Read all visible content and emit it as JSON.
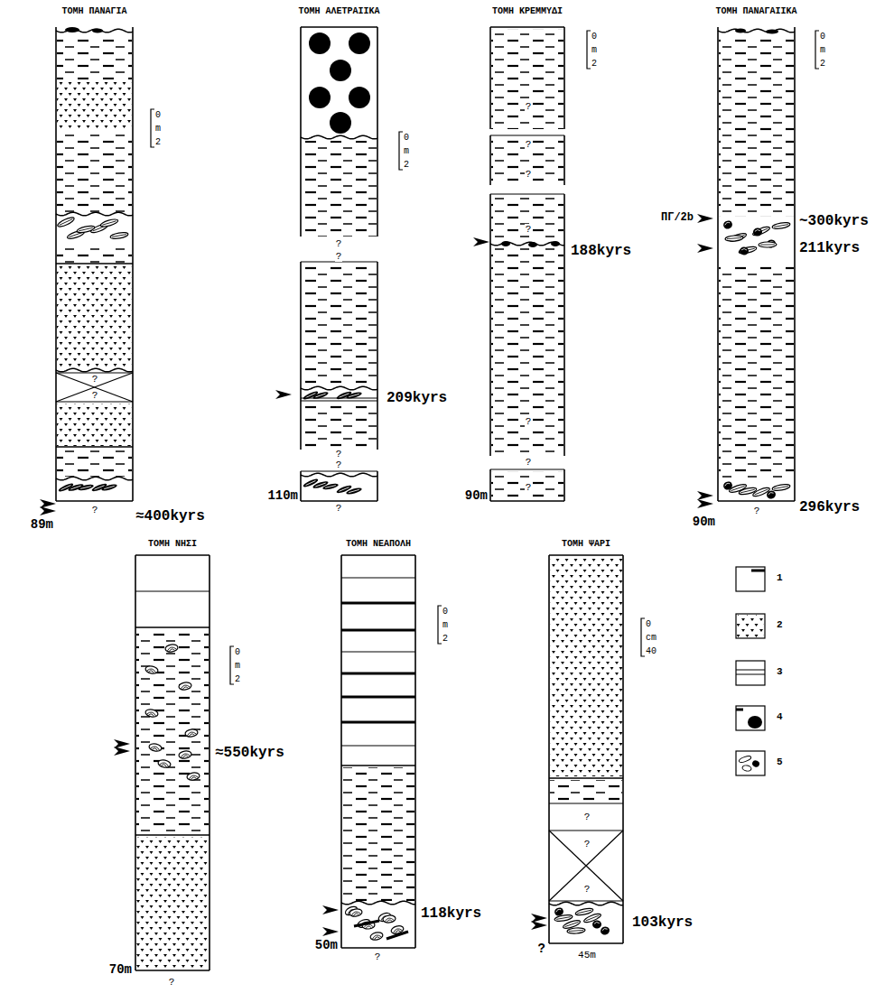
{
  "diagram": {
    "nodes": [
      {
        "text": [
          "ΤΟΜΗ ΠΑΝΑΓΙΑ"
        ]
      },
      {
        "text": [
          "ΤΟΜΗ ΑΛΕΤΡΑΙΙΚΑ"
        ]
      },
      {
        "text": [
          "ΤΟΜΗ ΚΡΕΜΜΥΔΙ"
        ]
      },
      {
        "text": [
          "ΤΟΜΗ ΠΑΝΑΓΑΙΙΚΑ"
        ]
      },
      {
        "text": [
          "ΤΟΜΗ ΝΗΣΙ"
        ]
      },
      {
        "text": [
          "ΤΟΜΗ ΝΕΑΠΟΛΗ"
        ]
      },
      {
        "text": [
          "ΤΟΜΗ ΨΑΡΙ"
        ]
      }
    ],
    "labels": [
      "0",
      "m",
      "2",
      "?",
      "?",
      "?",
      "≈400kyrs",
      "89m",
      "0",
      "m",
      "2",
      "?",
      "?",
      "209kyrs",
      "?",
      "?",
      "?",
      "110m",
      "0",
      "m",
      "2",
      "?",
      "?",
      "?",
      "?",
      "188kyrs",
      "?",
      "?",
      "?",
      "90m",
      "0",
      "m",
      "2",
      "ΠΓ/2b",
      "~300kyrs",
      "211kyrs",
      "296kyrs",
      "?",
      "90m",
      "0",
      "m",
      "2",
      "≈550kyrs",
      "70m",
      "?",
      "0",
      "m",
      "2",
      "118kyrs",
      "50m",
      "?",
      "0",
      "cm",
      "40",
      "?",
      "?",
      "?",
      "103kyrs",
      "?",
      "45m"
    ],
    "legend": [
      {
        "text": "1"
      },
      {
        "text": "2"
      },
      {
        "text": "3"
      },
      {
        "text": "4"
      },
      {
        "text": "5"
      }
    ]
  }
}
